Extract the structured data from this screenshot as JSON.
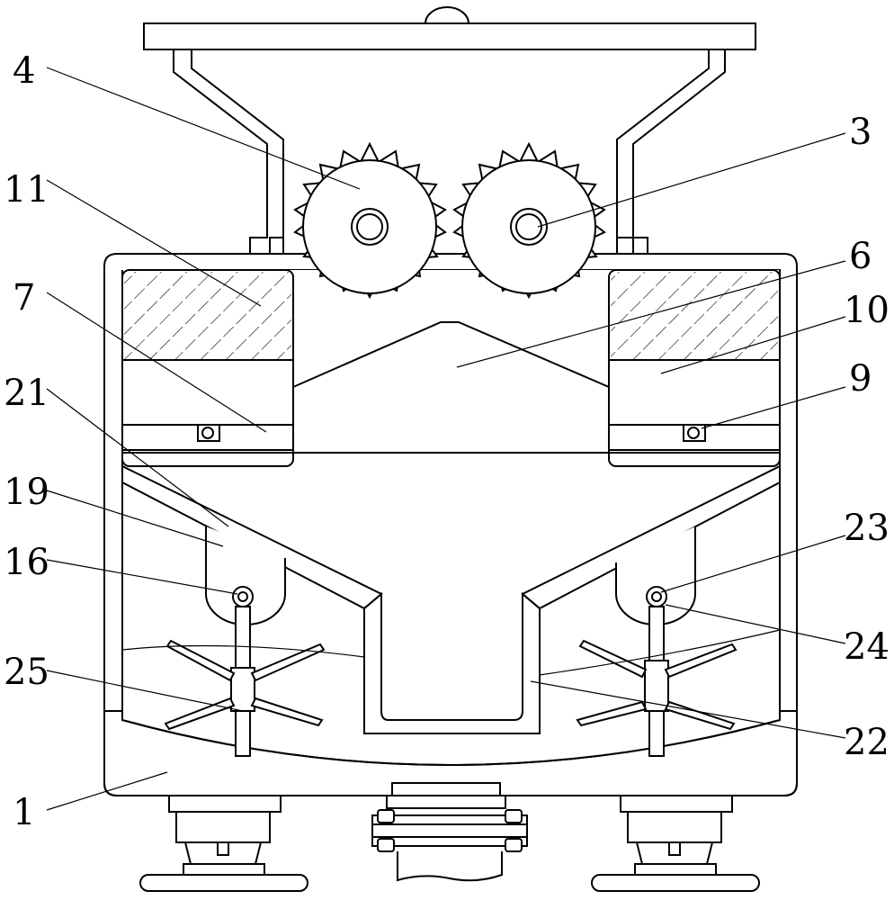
{
  "labels": {
    "l1": "1",
    "l3": "3",
    "l4": "4",
    "l6": "6",
    "l7": "7",
    "l9": "9",
    "l10": "10",
    "l11": "11",
    "l16": "16",
    "l19": "19",
    "l21": "21",
    "l22": "22",
    "l23": "23",
    "l24": "24",
    "l25": "25"
  }
}
